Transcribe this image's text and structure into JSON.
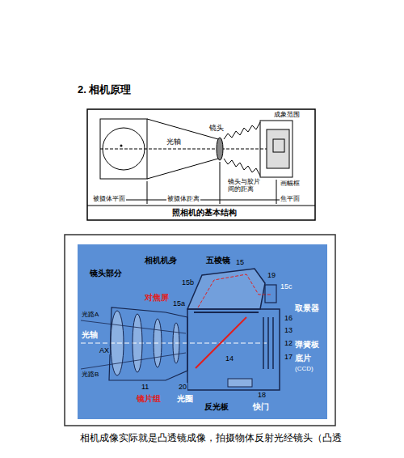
{
  "diagram": {
    "title": "2.  相机原理",
    "labels": [
      "镜头",
      "成象范围",
      "光轴",
      "镜头与胶片间的距离",
      "画幅框",
      "被摄体平面",
      "被摄体距离",
      "焦平面",
      "照相机的基本结构",
      "相机机身",
      "五棱镜",
      "镜头部分",
      "15b",
      "15",
      "19",
      "15c",
      "对焦屏",
      "15a",
      "取景器",
      "16",
      "光路A",
      "光轴",
      "13",
      "弹簧板",
      "AX",
      "14",
      "12",
      "底片",
      "(CCD)",
      "光路B",
      "17",
      "11",
      "20",
      "光圈",
      "镜片组",
      "反光板",
      "18",
      "快门",
      "相机成像实际就是凸透镜成像，拍摄物体反射光经镜头（凸透"
    ]
  }
}
